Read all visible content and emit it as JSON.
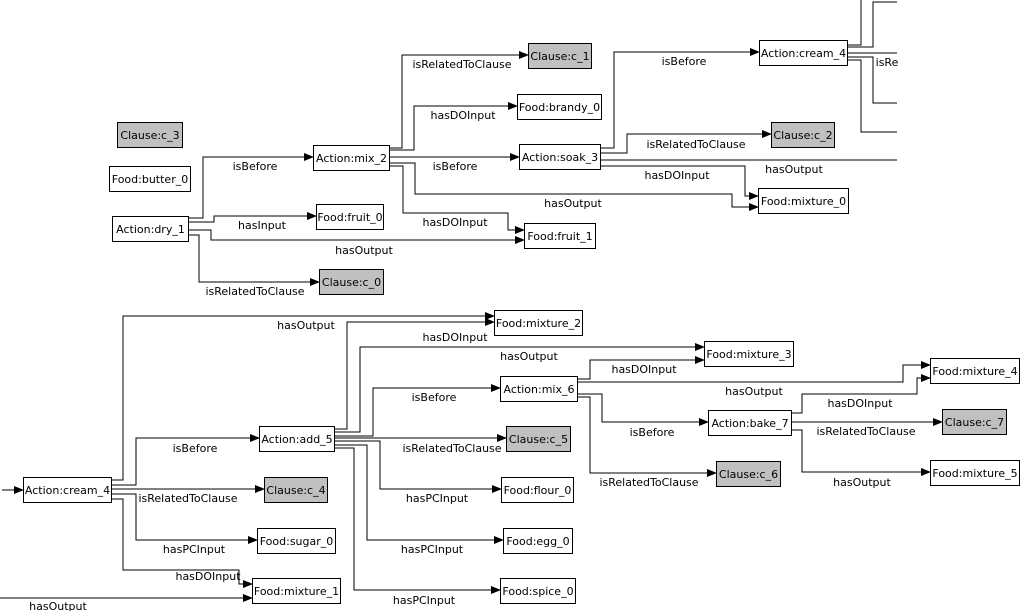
{
  "colors": {
    "action": "#ffffff",
    "food": "#ffffff",
    "clause": "#c0c0c0",
    "stroke": "#000000"
  },
  "nodes": [
    {
      "id": "clause_c3",
      "label": "Clause:c_3",
      "kind": "clause"
    },
    {
      "id": "food_butter0",
      "label": "Food:butter_0",
      "kind": "food"
    },
    {
      "id": "action_dry1",
      "label": "Action:dry_1",
      "kind": "action"
    },
    {
      "id": "action_mix2",
      "label": "Action:mix_2",
      "kind": "action"
    },
    {
      "id": "food_fruit0",
      "label": "Food:fruit_0",
      "kind": "food"
    },
    {
      "id": "clause_c1",
      "label": "Clause:c_1",
      "kind": "clause"
    },
    {
      "id": "food_brandy0",
      "label": "Food:brandy_0",
      "kind": "food"
    },
    {
      "id": "action_soak3",
      "label": "Action:soak_3",
      "kind": "action"
    },
    {
      "id": "action_cream4_top",
      "label": "Action:cream_4",
      "kind": "action"
    },
    {
      "id": "clause_c2",
      "label": "Clause:c_2",
      "kind": "clause"
    },
    {
      "id": "food_mixture0",
      "label": "Food:mixture_0",
      "kind": "food"
    },
    {
      "id": "food_fruit1",
      "label": "Food:fruit_1",
      "kind": "food"
    },
    {
      "id": "clause_c0",
      "label": "Clause:c_0",
      "kind": "clause"
    },
    {
      "id": "food_mixture2",
      "label": "Food:mixture_2",
      "kind": "food"
    },
    {
      "id": "food_mixture3",
      "label": "Food:mixture_3",
      "kind": "food"
    },
    {
      "id": "action_mix6",
      "label": "Action:mix_6",
      "kind": "action"
    },
    {
      "id": "food_mixture4",
      "label": "Food:mixture_4",
      "kind": "food"
    },
    {
      "id": "action_add5",
      "label": "Action:add_5",
      "kind": "action"
    },
    {
      "id": "action_bake7",
      "label": "Action:bake_7",
      "kind": "action"
    },
    {
      "id": "clause_c7",
      "label": "Clause:c_7",
      "kind": "clause"
    },
    {
      "id": "clause_c5",
      "label": "Clause:c_5",
      "kind": "clause"
    },
    {
      "id": "action_cream4",
      "label": "Action:cream_4",
      "kind": "action"
    },
    {
      "id": "clause_c4",
      "label": "Clause:c_4",
      "kind": "clause"
    },
    {
      "id": "clause_c6",
      "label": "Clause:c_6",
      "kind": "clause"
    },
    {
      "id": "food_mixture5",
      "label": "Food:mixture_5",
      "kind": "food"
    },
    {
      "id": "food_flour0",
      "label": "Food:flour_0",
      "kind": "food"
    },
    {
      "id": "food_sugar0",
      "label": "Food:sugar_0",
      "kind": "food"
    },
    {
      "id": "food_egg0",
      "label": "Food:egg_0",
      "kind": "food"
    },
    {
      "id": "food_mixture1",
      "label": "Food:mixture_1",
      "kind": "food"
    },
    {
      "id": "food_spice0",
      "label": "Food:spice_0",
      "kind": "food"
    }
  ],
  "edges": [
    {
      "from": "action_dry1",
      "to": "action_mix2",
      "label": "isBefore"
    },
    {
      "from": "action_dry1",
      "to": "food_fruit0",
      "label": "hasInput"
    },
    {
      "from": "action_dry1",
      "to": "food_fruit1",
      "label": "hasOutput"
    },
    {
      "from": "action_dry1",
      "to": "clause_c0",
      "label": "isRelatedToClause"
    },
    {
      "from": "action_mix2",
      "to": "clause_c1",
      "label": "isRelatedToClause"
    },
    {
      "from": "action_mix2",
      "to": "food_brandy0",
      "label": "hasDOInput"
    },
    {
      "from": "action_mix2",
      "to": "action_soak3",
      "label": "isBefore"
    },
    {
      "from": "action_mix2",
      "to": "food_mixture0",
      "label": "hasOutput"
    },
    {
      "from": "action_mix2",
      "to": "food_fruit1",
      "label": "hasDOInput"
    },
    {
      "from": "action_soak3",
      "to": "action_cream4_top",
      "label": "isBefore"
    },
    {
      "from": "action_soak3",
      "to": "clause_c2",
      "label": "isRelatedToClause"
    },
    {
      "from": "action_soak3",
      "to": "food_mixture0",
      "label": "hasDOInput"
    },
    {
      "from": "action_soak3",
      "to": "",
      "label": "hasOutput"
    },
    {
      "from": "action_cream4_top",
      "to": "",
      "label": "isRe"
    },
    {
      "from": "action_cream4",
      "to": "food_mixture2",
      "label": "hasOutput"
    },
    {
      "from": "action_cream4",
      "to": "action_add5",
      "label": "isBefore"
    },
    {
      "from": "action_cream4",
      "to": "clause_c4",
      "label": "isRelatedToClause"
    },
    {
      "from": "action_cream4",
      "to": "food_sugar0",
      "label": "hasPCInput"
    },
    {
      "from": "action_cream4",
      "to": "food_mixture1",
      "label": "hasDOInput"
    },
    {
      "from": "",
      "to": "food_mixture1",
      "label": "hasOutput"
    },
    {
      "from": "action_add5",
      "to": "food_mixture2",
      "label": "hasDOInput"
    },
    {
      "from": "action_add5",
      "to": "food_mixture3",
      "label": "hasOutput"
    },
    {
      "from": "action_add5",
      "to": "action_mix6",
      "label": "isBefore"
    },
    {
      "from": "action_add5",
      "to": "clause_c5",
      "label": "isRelatedToClause"
    },
    {
      "from": "action_add5",
      "to": "food_flour0",
      "label": "hasPCInput"
    },
    {
      "from": "action_add5",
      "to": "food_egg0",
      "label": "hasPCInput"
    },
    {
      "from": "action_add5",
      "to": "food_spice0",
      "label": "hasPCInput"
    },
    {
      "from": "action_mix6",
      "to": "food_mixture3",
      "label": "hasDOInput"
    },
    {
      "from": "action_mix6",
      "to": "food_mixture4",
      "label": "hasOutput"
    },
    {
      "from": "action_mix6",
      "to": "action_bake7",
      "label": "isBefore"
    },
    {
      "from": "action_mix6",
      "to": "clause_c6",
      "label": "isRelatedToClause"
    },
    {
      "from": "action_bake7",
      "to": "food_mixture4",
      "label": "hasDOInput"
    },
    {
      "from": "action_bake7",
      "to": "clause_c7",
      "label": "isRelatedToClause"
    },
    {
      "from": "action_bake7",
      "to": "food_mixture5",
      "label": "hasOutput"
    }
  ]
}
